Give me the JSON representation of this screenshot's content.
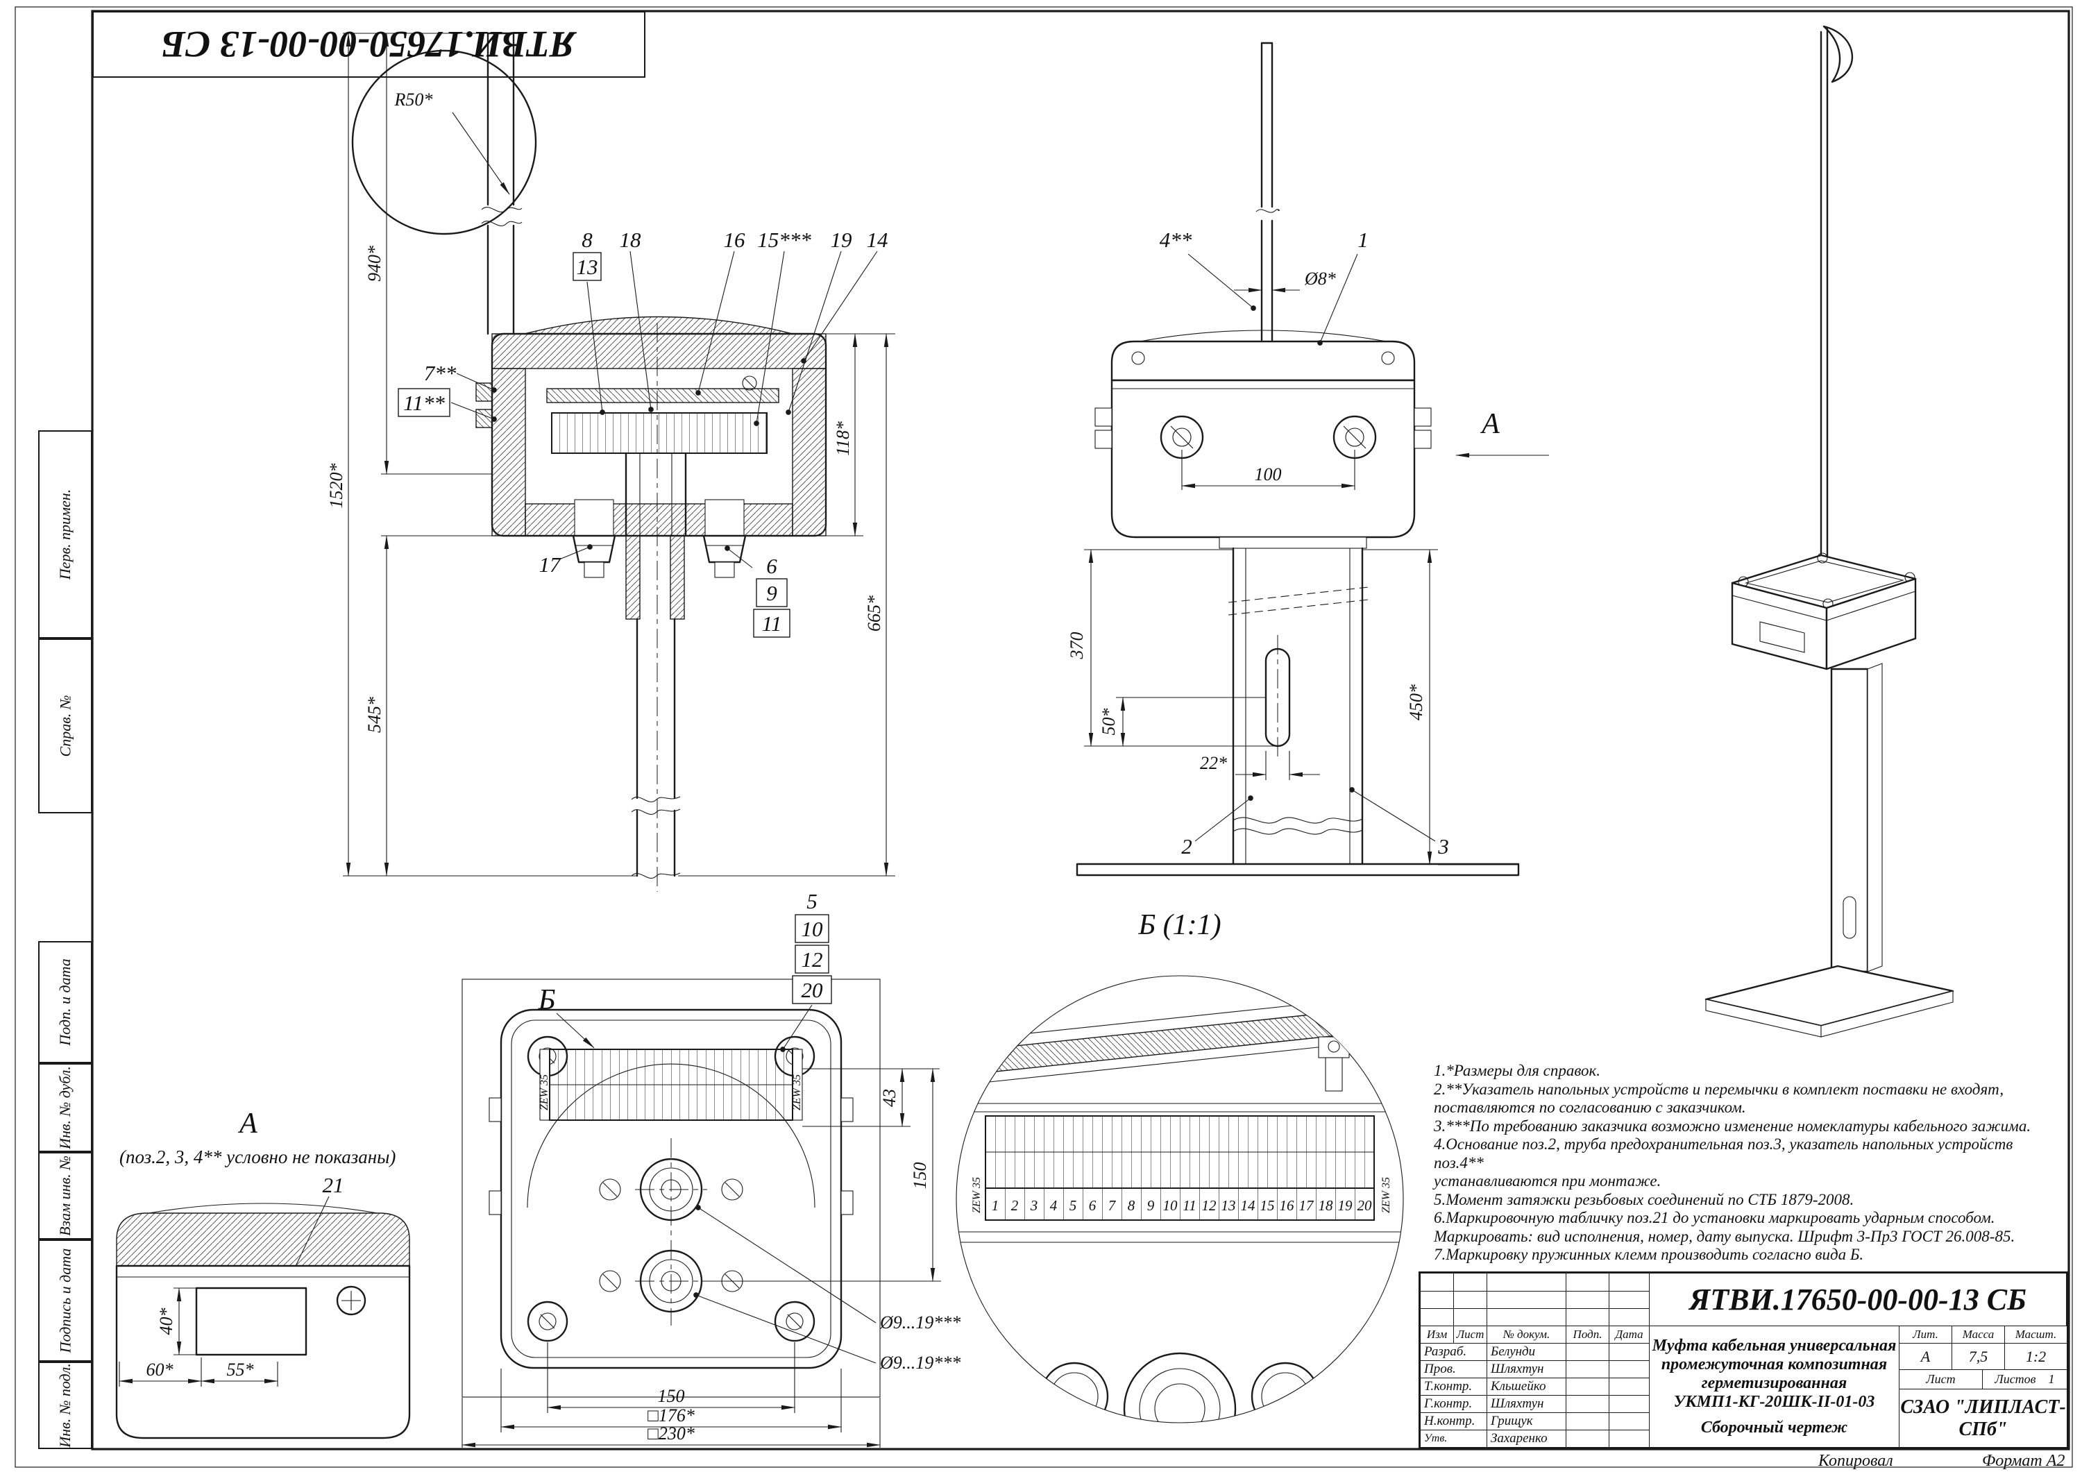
{
  "meta": {
    "stamp_top": "ЯТВИ.17650-00-00-13 СБ",
    "footer_left": "Копировал",
    "footer_right": "Формат А2"
  },
  "margin_labels": [
    "Перв. примен.",
    "Справ. №",
    "Подп. и дата",
    "Инв. № дубл.",
    "Взам инв. №",
    "Подпись и дата",
    "Инв. № подл."
  ],
  "side_view": {
    "dims": {
      "r50": "R50*",
      "d940": "940*",
      "d1520": "1520*",
      "d545": "545*",
      "d118": "118*",
      "d665": "665*"
    },
    "callouts": {
      "c7": "7**",
      "c11a": "11**",
      "c8": "8",
      "c13": "13",
      "c18": "18",
      "c16": "16",
      "c15": "15***",
      "c19": "19",
      "c14": "14",
      "c17": "17",
      "c6": "6",
      "c9": "9",
      "c11b": "11"
    }
  },
  "front_view": {
    "dims": {
      "d8": "Ø8*",
      "d100": "100",
      "d370": "370",
      "d50": "50*",
      "d22": "22*",
      "d450": "450*"
    },
    "callouts": {
      "c4": "4**",
      "c1": "1",
      "c2": "2",
      "c3": "3"
    },
    "view_label": "А"
  },
  "view_a": {
    "title": "А",
    "subtitle": "(поз.2, 3, 4** условно не показаны)",
    "callout_21": "21",
    "dims": {
      "d40": "40*",
      "d60": "60*",
      "d55": "55*"
    }
  },
  "top_view": {
    "label_b": "Б",
    "callouts": {
      "c5": "5",
      "c10": "10",
      "c12": "12",
      "c20": "20"
    },
    "dims": {
      "d43": "43",
      "d150r": "150",
      "d150b": "150",
      "d176": "□176*",
      "d230": "□230*",
      "dia1": "Ø9...19***",
      "dia2": "Ø9...19***"
    },
    "zew": "ZEW 35"
  },
  "detail_b": {
    "title": "Б (1:1)",
    "zew_left": "ZEW 35",
    "zew_right": "ZEW 35",
    "terminals": [
      "1",
      "2",
      "3",
      "4",
      "5",
      "6",
      "7",
      "8",
      "9",
      "10",
      "11",
      "12",
      "13",
      "14",
      "15",
      "16",
      "17",
      "18",
      "19",
      "20"
    ]
  },
  "notes": [
    "1.*Размеры для справок.",
    "2.**Указатель напольных устройств и перемычки в комплект поставки не входят,",
    "поставляются по согласованию с заказчиком.",
    "3.***По требованию заказчика возможно изменение номеклатуры кабельного зажима.",
    "4.Основание поз.2, труба предохранительная поз.3, указатель напольных устройств поз.4**",
    "устанавливаются при монтаже.",
    "5.Момент затяжки резьбовых соединений по СТБ 1879-2008.",
    "6.Маркировочную табличку поз.21 до установки маркировать ударным способом.",
    "Маркировать: вид исполнения, номер, дату выпуска. Шрифт 3-Пр3 ГОСТ 26.008-85.",
    "7.Маркировку пружинных клемм производить согласно вида Б."
  ],
  "title_block": {
    "doc_number": "ЯТВИ.17650-00-00-13 СБ",
    "header": {
      "izm": "Изм",
      "list": "Лист",
      "doc": "№ докум.",
      "podp": "Подп.",
      "data": "Дата"
    },
    "rows": [
      {
        "role": "Разраб.",
        "name": "Белунди"
      },
      {
        "role": "Пров.",
        "name": "Шляхтун"
      },
      {
        "role": "Т.контр.",
        "name": "Кльшейко"
      },
      {
        "role": "Г.контр.",
        "name": "Шляхтун"
      },
      {
        "role": "Н.контр.",
        "name": "Грищук"
      },
      {
        "role": "Утв.",
        "name": "Захаренко"
      }
    ],
    "title_lines": [
      "Муфта кабельная универсальная",
      "промежуточная композитная",
      "герметизированная",
      "УКМП1-КГ-20ШК-II-01-03",
      "Сборочный чертеж"
    ],
    "lit_label": "Лит.",
    "lit_value": "А",
    "mass_label": "Масса",
    "mass_value": "7,5",
    "scale_label": "Масшт.",
    "scale_value": "1:2",
    "sheet_label": "Лист",
    "sheets_label": "Листов",
    "sheets_value": "1",
    "company": "СЗАО \"ЛИПЛАСТ-СПб\""
  }
}
